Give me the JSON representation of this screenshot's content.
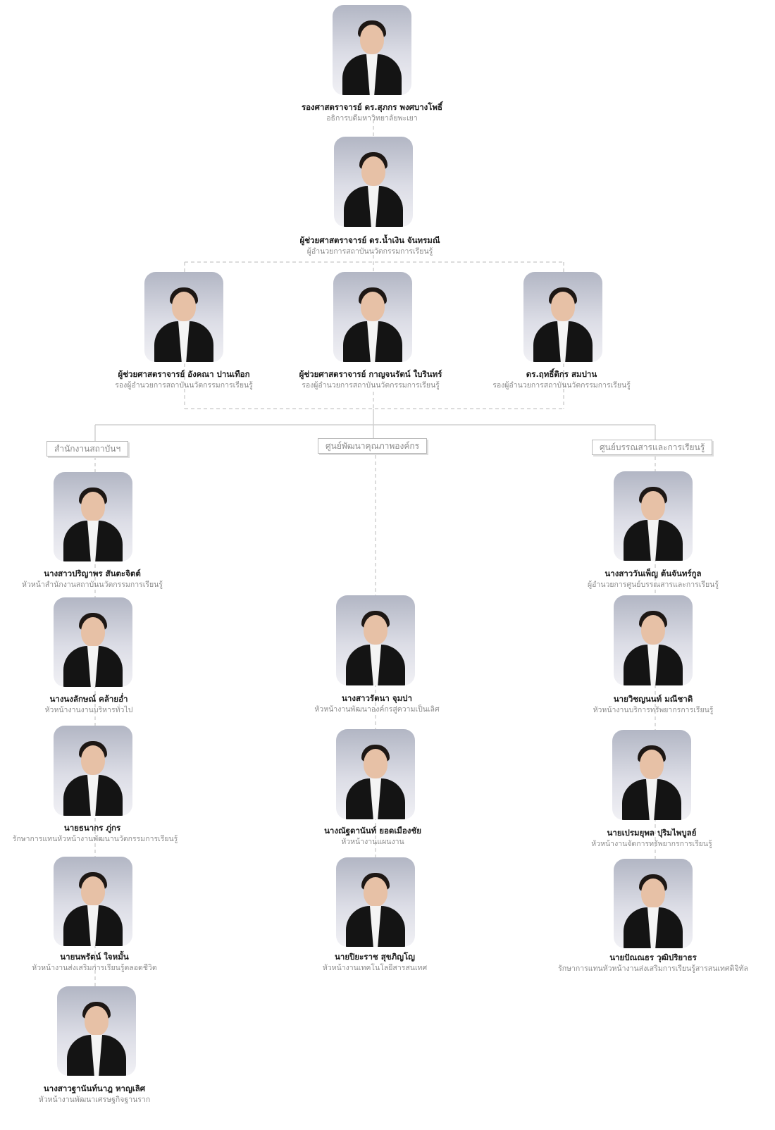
{
  "people": [
    {
      "name": "รองศาสตราจารย์ ดร.สุภกร พงศบางโพธิ์",
      "role": "อธิการบดีมหาวิทยาลัยพะเยา"
    },
    {
      "name": "ผู้ช่วยศาสตราจารย์ ดร.น้ำเงิน จันทรมณี",
      "role": "ผู้อำนวยการสถาบันนวัตกรรมการเรียนรู้"
    },
    {
      "name": "ผู้ช่วยศาสตราจารย์ อังคณา ปานเทือก",
      "role": "รองผู้อำนวยการสถาบันนวัตกรรมการเรียนรู้"
    },
    {
      "name": "ผู้ช่วยศาสตราจารย์ กาญจนรัตน์ ใบรินทร์",
      "role": "รองผู้อำนวยการสถาบันนวัตกรรมการเรียนรู้"
    },
    {
      "name": "ดร.ฤทธิ์ติกร สมปาน",
      "role": "รองผู้อำนวยการสถาบันนวัตกรรมการเรียนรู้"
    },
    {
      "name": "นางสาวปริญาพร สันตะจิตต์",
      "role": "หัวหน้าสำนักงานสถาบันนวัตกรรมการเรียนรู้"
    },
    {
      "name": "นางนงลักษณ์ คล้ายอ่ำ",
      "role": "หัวหน้างานงานบริหารทั่วไป"
    },
    {
      "name": "นายธนากร ภู่กร",
      "role": "รักษาการแทนหัวหน้างานพัฒนานวัตกรรมการเรียนรู้"
    },
    {
      "name": "นายนพรัตน์ ใจหมั้น",
      "role": "หัวหน้างานส่งเสริมการเรียนรู้ตลอดชีวิต"
    },
    {
      "name": "นางสาวฐานันท์นาฎ หาญเลิศ",
      "role": "หัวหน้างานพัฒนาเศรษฐกิจฐานราก"
    },
    {
      "name": "นางสาวรัตนา จุมปา",
      "role": "หัวหน้างานพัฒนาองค์กรสู่ความเป็นเลิศ"
    },
    {
      "name": "นางณัฐดานันท์ ยอดเมืองชัย",
      "role": "หัวหน้างานแผนงาน"
    },
    {
      "name": "นายปิยะราช สุขภิญโญ",
      "role": "หัวหน้างานเทคโนโลยีสารสนเทศ"
    },
    {
      "name": "นางสาววันเพ็ญ ต้นจันทร์กูล",
      "role": "ผู้อำนวยการศูนย์บรรณสารและการเรียนรู้"
    },
    {
      "name": "นายวิชญนนท์ มณีชาติ",
      "role": "หัวหน้างานบริการทรัพยากรการเรียนรู้"
    },
    {
      "name": "นายเปรมยุพล ปุริมไพบูลย์",
      "role": "หัวหน้างานจัดการทรัพยากรการเรียนรู้"
    },
    {
      "name": "นายปัณณธร วุฒิปริยาธร",
      "role": "รักษาการแทนหัวหน้างานส่งเสริมการเรียนรู้สารสนเทศดิจิทัล"
    }
  ],
  "units": [
    {
      "label": "สำนักงานสถาบันฯ"
    },
    {
      "label": "ศูนย์พัฒนาคุณภาพองค์กร"
    },
    {
      "label": "ศูนย์บรรณสารและการเรียนรู้"
    }
  ]
}
